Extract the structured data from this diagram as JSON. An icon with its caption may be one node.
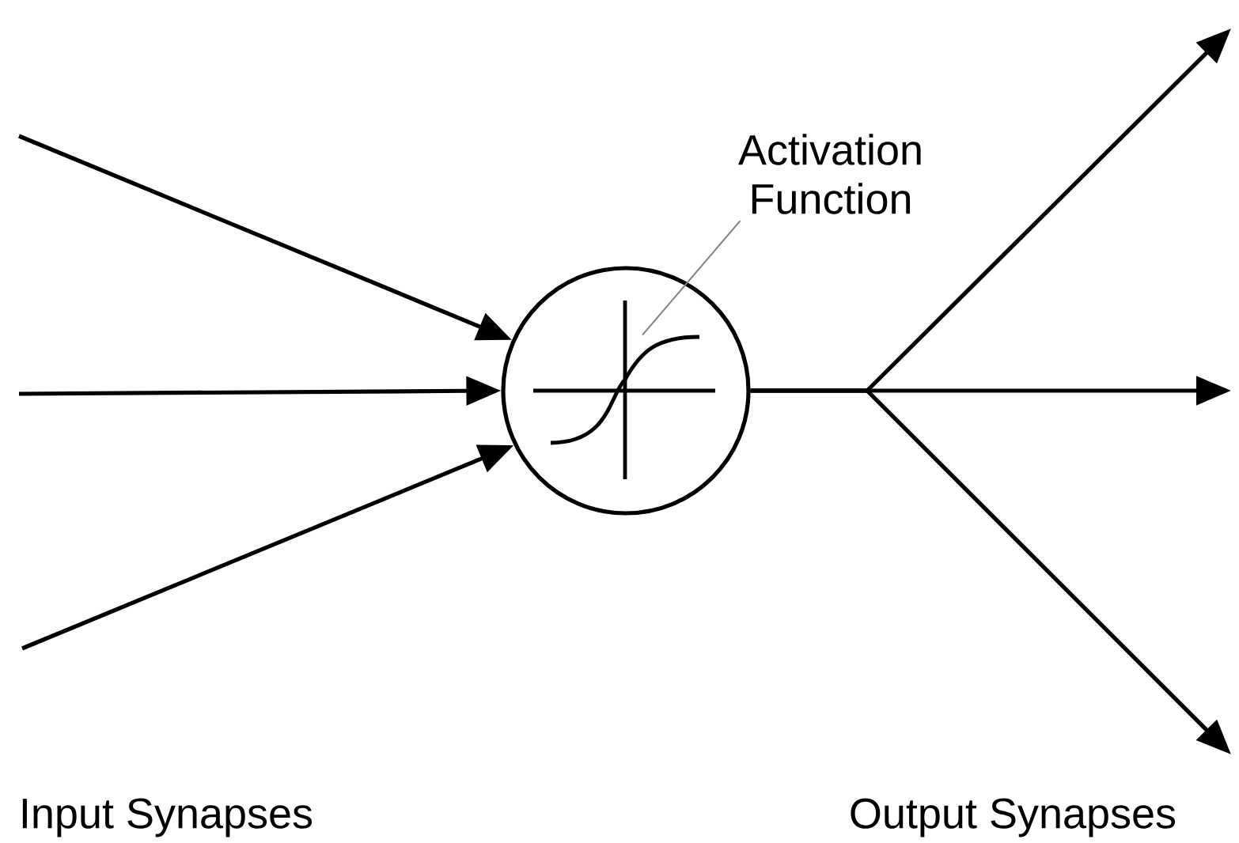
{
  "diagram": {
    "nodes": [
      {
        "text": [],
        "shape": "circle"
      },
      {
        "text": [],
        "shape": "picture",
        "in": 0
      },
      {
        "text": [
          "Activation Function"
        ]
      }
    ],
    "edges": [
      {
        "from": null,
        "to": 0,
        "arrow": "to"
      },
      {
        "from": null,
        "to": 0,
        "arrow": "to"
      },
      {
        "from": null,
        "to": 0,
        "arrow": "to"
      },
      {
        "from": 0,
        "to": null,
        "arrow": "to"
      },
      {
        "from": 0,
        "to": null,
        "arrow": "to"
      },
      {
        "from": 0,
        "to": null,
        "arrow": "to"
      },
      {
        "from": 2,
        "to": 1,
        "arrow": "none",
        "color": "#808080"
      }
    ],
    "labels": [
      "Input Synapses",
      "Output Synapses"
    ]
  }
}
